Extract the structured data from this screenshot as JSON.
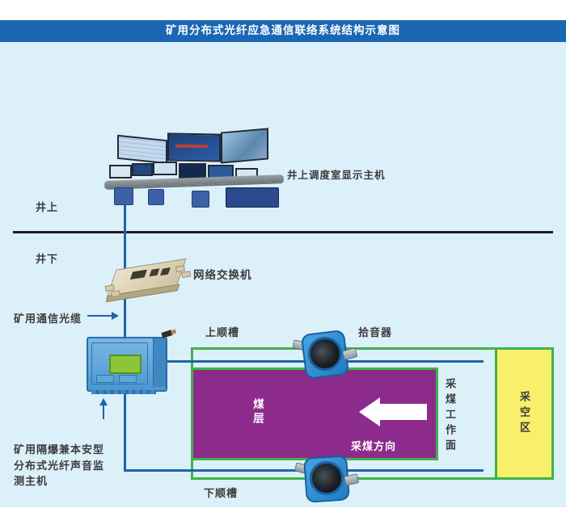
{
  "title": "矿用分布式光纤应急通信联络系统结构示意图",
  "labels": {
    "surface": "井上",
    "underground": "井下",
    "console_host": "井上调度室显示主机",
    "network_switch": "网络交换机",
    "comm_cable": "矿用通信光缆",
    "monitor_host_line1": "矿用隔爆兼本安型",
    "monitor_host_line2": "分布式光纤声音监",
    "monitor_host_line3": "测主机",
    "upper_gateway": "上顺槽",
    "pickup": "拾音器",
    "lower_gateway": "下顺槽",
    "coal_seam": "煤层",
    "mining_direction": "采煤方向",
    "working_face": "采煤工作面",
    "goaf": "采空区"
  },
  "colors": {
    "header_bg": "#1b67b4",
    "canvas_bg": "#dcf0fa",
    "cable_blue": "#1e63ae",
    "boundary_green": "#3db44a",
    "coal_purple": "#8d2b8d",
    "goaf_yellow": "#f8ef6a",
    "device_blue": "#4b97cf",
    "label_text": "#3b3b3b",
    "divider_black": "#1d1d1d"
  }
}
